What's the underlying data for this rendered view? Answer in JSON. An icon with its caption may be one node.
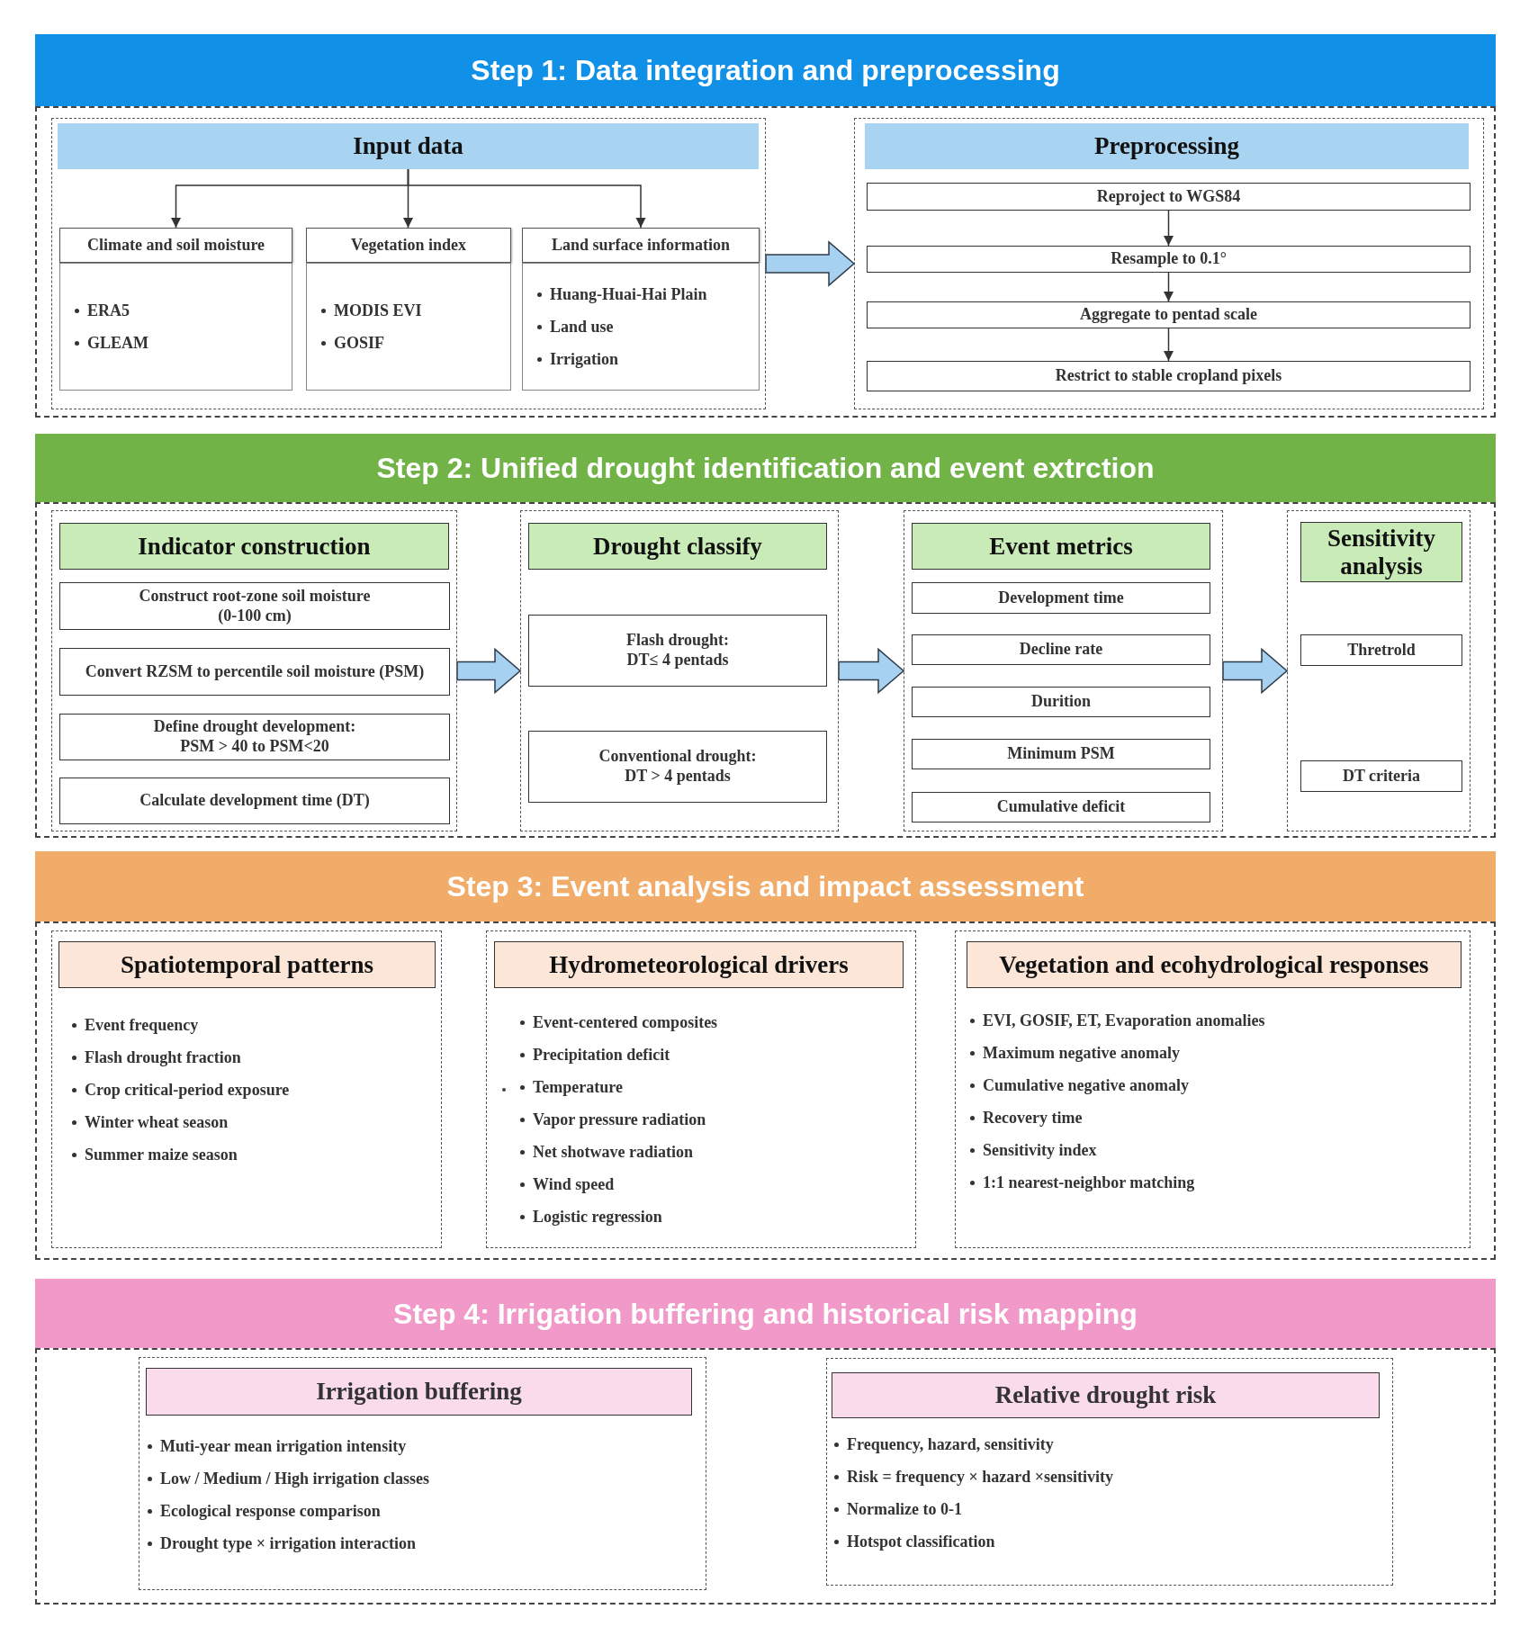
{
  "diagram": {
    "nodes": [
      {
        "text": [
          "Step 1: Data integration and preprocessing"
        ]
      },
      {
        "text": [],
        "shape": "box"
      },
      {
        "text": [],
        "shape": "box",
        "in": 1
      },
      {
        "text": [
          "Input data"
        ],
        "in": 2
      },
      {
        "text": [
          "Climate and soil moisture"
        ],
        "in": 2
      },
      {
        "text": [
          "ERA5",
          "GLEAM"
        ],
        "in": 2
      },
      {
        "text": [
          "Vegetation index"
        ],
        "in": 2
      },
      {
        "text": [
          "MODIS EVI",
          "GOSIF"
        ],
        "in": 2
      },
      {
        "text": [
          "Land surface information"
        ],
        "in": 2
      },
      {
        "text": [
          "Huang-Huai-Hai Plain",
          "Land use",
          "Irrigation"
        ],
        "in": 2
      },
      {
        "text": [],
        "shape": "box",
        "in": 1
      },
      {
        "text": [
          "Preprocessing"
        ],
        "in": 10
      },
      {
        "text": [
          "Reproject to WGS84"
        ],
        "in": 10
      },
      {
        "text": [
          "Resample to 0.1°"
        ],
        "in": 10
      },
      {
        "text": [
          "Aggregate to pentad scale"
        ],
        "in": 10
      },
      {
        "text": [
          "Restrict to stable cropland pixels"
        ],
        "in": 10
      },
      {
        "text": [
          "Step 2: Unified drought identification and event extrction"
        ]
      },
      {
        "text": [],
        "shape": "box"
      },
      {
        "text": [],
        "shape": "box",
        "in": 17
      },
      {
        "text": [
          "Indicator construction"
        ],
        "in": 18
      },
      {
        "text": [
          "Construct root-zone soil moisture (0-100 cm)"
        ],
        "in": 18
      },
      {
        "text": [
          "Convert RZSM to percentile soil moisture (PSM)"
        ],
        "in": 18
      },
      {
        "text": [
          "Define drought development: PSM > 40 to PSM<20"
        ],
        "in": 18
      },
      {
        "text": [
          "Calculate development time (DT)"
        ],
        "in": 18
      },
      {
        "text": [],
        "shape": "box",
        "in": 17
      },
      {
        "text": [
          "Drought classify"
        ],
        "in": 24
      },
      {
        "text": [
          "Flash drought: DT≤ 4 pentads"
        ],
        "in": 24
      },
      {
        "text": [
          "Conventional drought: DT > 4 pentads"
        ],
        "in": 24
      },
      {
        "text": [],
        "shape": "box",
        "in": 17
      },
      {
        "text": [
          "Event metrics"
        ],
        "in": 28
      },
      {
        "text": [
          "Development time"
        ],
        "in": 28
      },
      {
        "text": [
          "Decline rate"
        ],
        "in": 28
      },
      {
        "text": [
          "Durition"
        ],
        "in": 28
      },
      {
        "text": [
          "Minimum PSM"
        ],
        "in": 28
      },
      {
        "text": [
          "Cumulative deficit"
        ],
        "in": 28
      },
      {
        "text": [],
        "shape": "box",
        "in": 17
      },
      {
        "text": [
          "Sensitivity analysis"
        ],
        "in": 35
      },
      {
        "text": [
          "Thretrold"
        ],
        "in": 35
      },
      {
        "text": [
          "DT criteria"
        ],
        "in": 35
      },
      {
        "text": [
          "Step 3: Event analysis and impact assessment"
        ]
      },
      {
        "text": [],
        "shape": "box"
      },
      {
        "text": [
          "Event frequency",
          "Flash drought fraction",
          "Crop critical-period exposure",
          "Winter wheat season",
          "Summer maize season"
        ],
        "in": 40
      },
      {
        "text": [
          "Spatiotemporal patterns"
        ],
        "in": 41
      },
      {
        "text": [
          "Event-centered composites",
          "Precipitation deficit",
          "Temperature",
          "Vapor pressure radiation",
          "Net shotwave radiation",
          "Wind speed",
          "Logistic regression"
        ],
        "in": 40
      },
      {
        "text": [
          "Hydrometeorological drivers"
        ],
        "in": 43
      },
      {
        "text": [
          "EVI, GOSIF, ET, Evaporation anomalies",
          "Maximum negative anomaly",
          "Cumulative negative anomaly",
          "Recovery time",
          "Sensitivity index",
          "1:1 nearest-neighbor matching"
        ],
        "in": 40
      },
      {
        "text": [
          "Vegetation and ecohydrological responses"
        ],
        "in": 45
      },
      {
        "text": [
          "Step 4: Irrigation buffering and historical risk mapping"
        ]
      },
      {
        "text": [],
        "shape": "box"
      },
      {
        "text": [
          "Muti-year mean irrigation intensity",
          "Low / Medium / High irrigation classes",
          "Ecological response comparison",
          "Drought type × irrigation interaction"
        ],
        "in": 48
      },
      {
        "text": [
          "Irrigation buffering"
        ],
        "in": 49
      },
      {
        "text": [
          "Frequency, hazard, sensitivity",
          "Risk = frequency × hazard ×sensitivity",
          "Normalize to 0-1",
          "Hotspot classification"
        ],
        "in": 48
      },
      {
        "text": [
          "Relative drought risk"
        ],
        "in": 51
      }
    ],
    "edges": [
      {
        "from": 3,
        "to": 4,
        "arrow": "to"
      },
      {
        "from": 3,
        "to": 6,
        "arrow": "to"
      },
      {
        "from": 3,
        "to": 8,
        "arrow": "to"
      },
      {
        "from": 2,
        "to": 10,
        "arrow": "to",
        "style": "thick",
        "color": "#a6d1f0"
      },
      {
        "from": 12,
        "to": 13,
        "arrow": "to"
      },
      {
        "from": 13,
        "to": 14,
        "arrow": "to"
      },
      {
        "from": 14,
        "to": 15,
        "arrow": "to"
      },
      {
        "from": 18,
        "to": 24,
        "arrow": "to",
        "style": "thick",
        "color": "#a6d1f0"
      },
      {
        "from": 24,
        "to": 28,
        "arrow": "to",
        "style": "thick",
        "color": "#a6d1f0"
      },
      {
        "from": 28,
        "to": 35,
        "arrow": "to",
        "style": "thick",
        "color": "#a6d1f0"
      }
    ]
  }
}
